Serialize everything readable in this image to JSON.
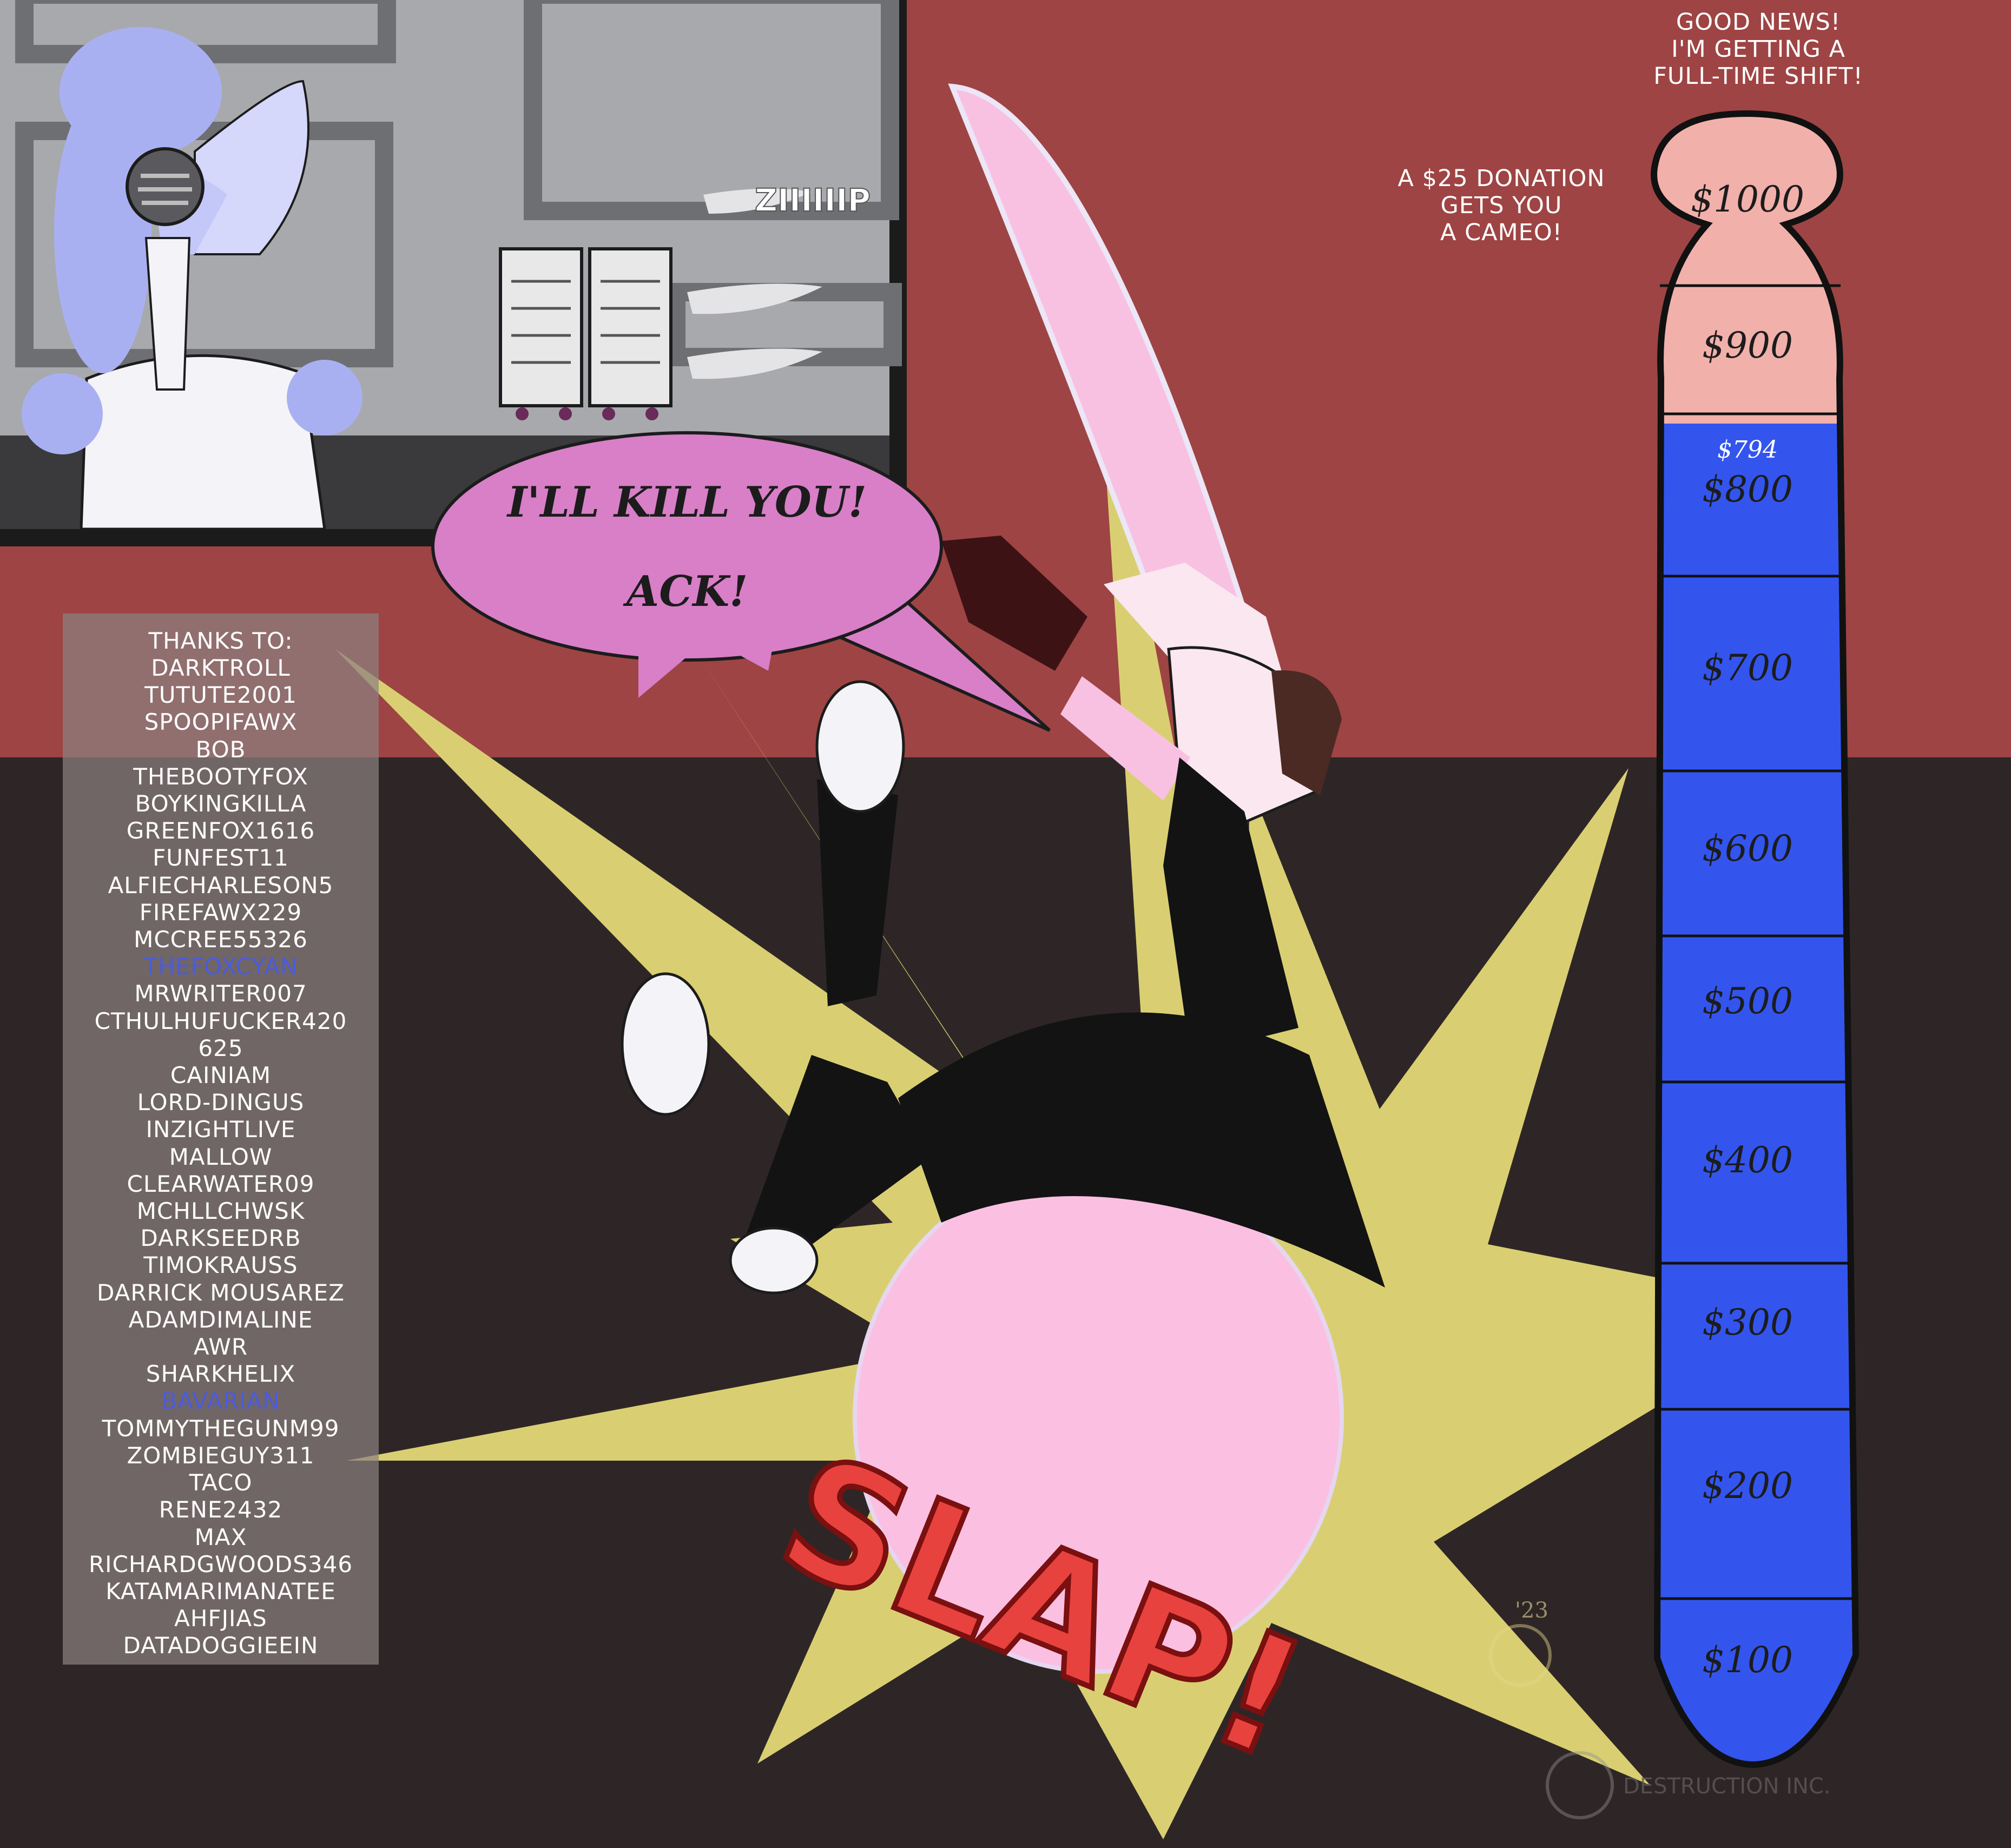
{
  "colors": {
    "wall_red": "#9e4444",
    "floor_dark": "#2e2626",
    "meter_blue": "#3355ee",
    "meter_pink": "#f2b0aa",
    "bubble_pink": "#d87fc8",
    "burst_yellow": "#d9cf72",
    "slap_red": "#e8423e",
    "highlight_name": "#4a5be0"
  },
  "announcement": [
    "GOOD NEWS!",
    "I'M GETTING A",
    "FULL-TIME SHIFT!"
  ],
  "donation_note": [
    "A $25 DONATION",
    "GETS YOU",
    "A CAMEO!"
  ],
  "meter": {
    "current_label": "$794",
    "current_value": 794,
    "max_value": 1000,
    "ticks": [
      "$1000",
      "$900",
      "$800",
      "$700",
      "$600",
      "$500",
      "$400",
      "$300",
      "$200",
      "$100"
    ]
  },
  "speech": {
    "line1": "I'LL KILL YOU!",
    "line2": "ACK!"
  },
  "sfx": {
    "zip": "ZIIIIIIP",
    "slap": "SLAP!"
  },
  "thanks": {
    "title": "THANKS TO:",
    "names": [
      "DARKTROLL",
      "TUTUTE2001",
      "SPOOPIFAWX",
      "BOB",
      "THEBOOTYFOX",
      "BOYKINGKILLA",
      "GREENFOX1616",
      "FUNFEST11",
      "ALFIECHARLESON5",
      "FIREFAWX229",
      "MCCREE55326",
      "THEFOXCYAN",
      "MRWRITER007",
      "CTHULHUFUCKER420",
      "625",
      "CAINIAM",
      "LORD-DINGUS",
      "INZIGHTLIVE",
      "MALLOW",
      "CLEARWATER09",
      "MCHLLCHWSK",
      "DARKSEEDRB",
      "TIMOKRAUSS",
      "DARRICK MOUSAREZ",
      "ADAMDIMALINE",
      "AWR",
      "SHARKHELIX",
      "BAVARIAN",
      "TOMMYTHEGUNM99",
      "ZOMBIEGUY311",
      "TACO",
      "RENE2432",
      "MAX",
      "RICHARDGWOODS346",
      "KATAMARIMANATEE",
      "AHFJIAS",
      "DATADOGGIEEIN"
    ],
    "highlighted": [
      "THEFOXCYAN",
      "BAVARIAN"
    ]
  },
  "signature": {
    "year": "'23",
    "watermark": "DESTRUCTION INC."
  },
  "icons": [
    "server-rack-icon",
    "headphones-icon",
    "motion-lines-icon"
  ]
}
